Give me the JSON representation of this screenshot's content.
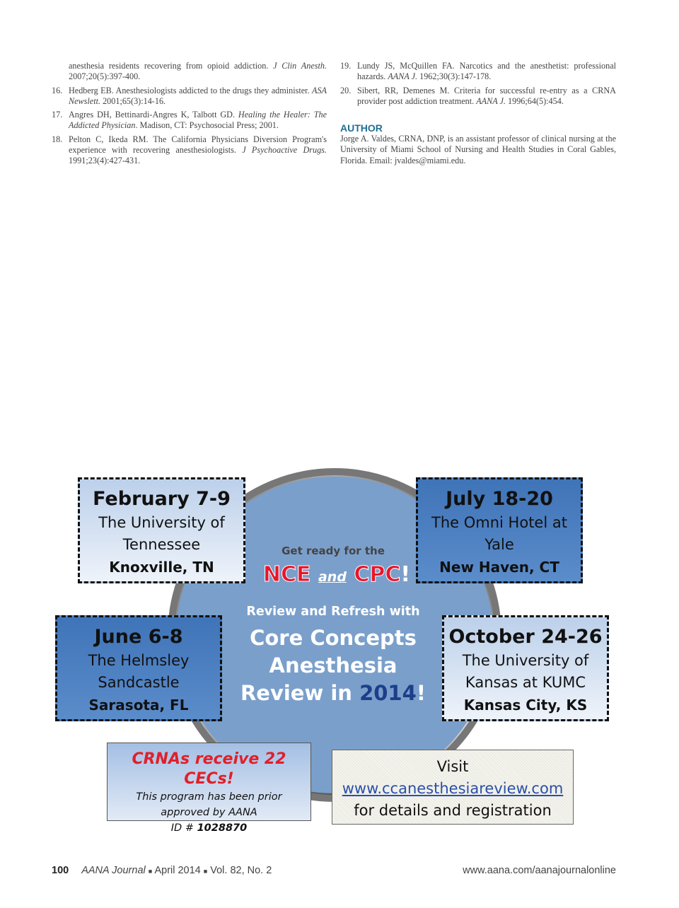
{
  "references_left": [
    {
      "num": "",
      "text": "anesthesia residents recovering from opioid addiction. ",
      "journal": "J Clin Anesth.",
      "rest": " 2007;20(5):397-400."
    },
    {
      "num": "16.",
      "text": "Hedberg EB. Anesthesiologists addicted to the drugs they administer. ",
      "journal": "ASA Newslett.",
      "rest": " 2001;65(3):14-16."
    },
    {
      "num": "17.",
      "text": "Angres DH, Bettinardi-Angres K, Talbott GD. ",
      "journal": "Healing the Healer: The Addicted Physician",
      "rest": ". Madison, CT: Psychosocial Press; 2001."
    },
    {
      "num": "18.",
      "text": "Pelton C, Ikeda RM. The California Physicians Diversion Program's experience with recovering anesthesiologists. ",
      "journal": "J Psychoactive Drugs.",
      "rest": " 1991;23(4):427-431."
    }
  ],
  "references_right": [
    {
      "num": "19.",
      "text": "Lundy JS, McQuillen FA. Narcotics and the anesthetist: professional hazards. ",
      "journal": "AANA J.",
      "rest": " 1962;30(3):147-178."
    },
    {
      "num": "20.",
      "text": "Sibert, RR, Demenes M. Criteria for successful re-entry as a CRNA provider post addiction treatment. ",
      "journal": "AANA J.",
      "rest": " 1996;64(5):454."
    }
  ],
  "author": {
    "heading": "AUTHOR",
    "bio": "Jorge A. Valdes, CRNA, DNP, is an assistant professor of clinical nursing at the University of Miami School of Nursing and Health Studies in Coral Gables, Florida. Email: jvaldes@miami.edu."
  },
  "ad": {
    "events": [
      {
        "date": "February 7-9",
        "venue": [
          "The University of",
          "Tennessee"
        ],
        "city": "Knoxville, TN"
      },
      {
        "date": "July 18-20",
        "venue": [
          "The Omni Hotel at",
          "Yale"
        ],
        "city": "New Haven, CT"
      },
      {
        "date": "June 6-8",
        "venue": [
          "The Helmsley",
          "Sandcastle"
        ],
        "city": "Sarasota, FL"
      },
      {
        "date": "October 24-26",
        "venue": [
          "The University of",
          "Kansas at KUMC"
        ],
        "city": "Kansas City, KS"
      }
    ],
    "get_ready": "Get ready for the",
    "nce": "NCE",
    "and": "and",
    "cpc": "CPC",
    "excl": "!",
    "review_refresh": "Review and Refresh with",
    "title_line1": "Core Concepts",
    "title_line2": "Anesthesia",
    "title_line3": "Review in",
    "year": "2014",
    "year_excl": "!",
    "cec_heading": "CRNAs receive 22 CECs!",
    "cec_line1": "This program has been prior",
    "cec_line2": "approved by AANA",
    "cec_id_label": "ID # ",
    "cec_id": "1028870",
    "visit": "Visit",
    "url": "www.ccanesthesiareview.com",
    "visit_tail": "for details and registration"
  },
  "footer": {
    "page": "100",
    "journal": "AANA Journal",
    "sep": "■",
    "issue_date": "April 2014",
    "volume": "Vol. 82, No. 2",
    "website": "www.aana.com/aanajournalonline"
  },
  "colors": {
    "author_heading": "#1f6f96",
    "ad_blue": "#7a9fcb",
    "red": "#e8162a",
    "navy": "#1c3f8c"
  }
}
